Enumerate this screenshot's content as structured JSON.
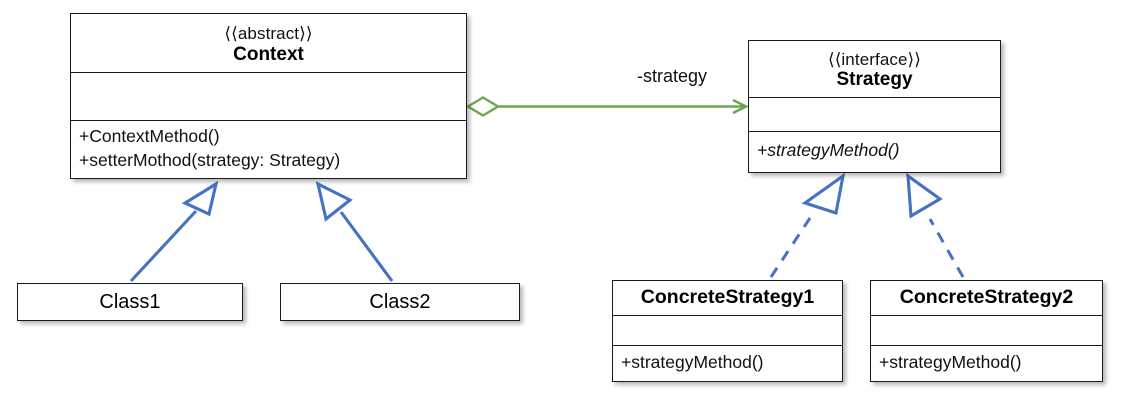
{
  "diagram": {
    "title": "Strategy pattern UML class diagram",
    "type": "uml-class-diagram",
    "colors": {
      "box_border": "#1a1a1a",
      "box_fill": "#ffffff",
      "generalization": "#4472c4",
      "realization": "#4472c4",
      "aggregation": "#6aa84f",
      "text": "#111111",
      "background": "#ffffff"
    }
  },
  "classes": {
    "context": {
      "stereotype": "⟨⟨abstract⟩⟩",
      "name": "Context",
      "attributes": [],
      "operations": [
        "+ContextMethod()",
        "+setterMothod(strategy: Strategy)"
      ]
    },
    "strategy": {
      "stereotype": "⟨⟨interface⟩⟩",
      "name": "Strategy",
      "attributes": [],
      "operations": [
        "+strategyMethod()"
      ]
    },
    "class1": {
      "name": "Class1"
    },
    "class2": {
      "name": "Class2"
    },
    "concrete_strategy_1": {
      "name": "ConcreteStrategy1",
      "attributes": [],
      "operations": [
        "+strategyMethod()"
      ]
    },
    "concrete_strategy_2": {
      "name": "ConcreteStrategy2",
      "attributes": [],
      "operations": [
        "+strategyMethod()"
      ]
    }
  },
  "relationships": {
    "context_to_strategy": {
      "kind": "aggregation",
      "label": "-strategy",
      "from": "Context",
      "to": "Strategy",
      "color": "#6aa84f"
    },
    "class1_to_context": {
      "kind": "generalization",
      "from": "Class1",
      "to": "Context",
      "color": "#4472c4"
    },
    "class2_to_context": {
      "kind": "generalization",
      "from": "Class2",
      "to": "Context",
      "color": "#4472c4"
    },
    "concrete1_to_strategy": {
      "kind": "realization",
      "from": "ConcreteStrategy1",
      "to": "Strategy",
      "color": "#4472c4"
    },
    "concrete2_to_strategy": {
      "kind": "realization",
      "from": "ConcreteStrategy2",
      "to": "Strategy",
      "color": "#4472c4"
    }
  }
}
